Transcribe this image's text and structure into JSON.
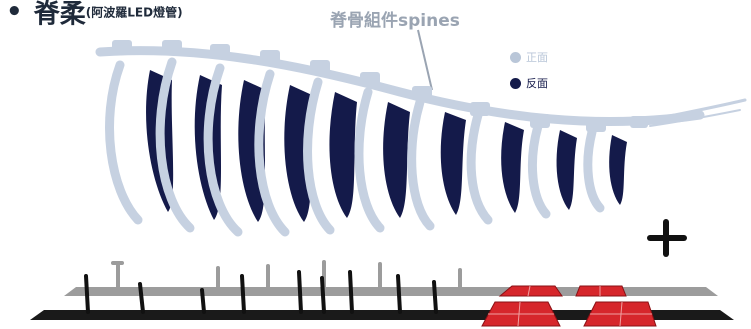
{
  "heading": {
    "bullet": "•",
    "main": "脊柔",
    "note": "(阿波羅LED燈管)"
  },
  "callout": "脊骨組件spines",
  "legend": {
    "items": [
      {
        "label": "正面",
        "color": "#b9c6d8"
      },
      {
        "label": "反面",
        "color": "#141a4a"
      }
    ]
  },
  "colors": {
    "front_rib": "#c6d1e1",
    "back_rib": "#141a4a",
    "rail_top": "#9c9c9c",
    "rail_bottom": "#1a1a1a",
    "tiles": "#d6262b"
  },
  "icons": {
    "plus": "plus-icon"
  }
}
